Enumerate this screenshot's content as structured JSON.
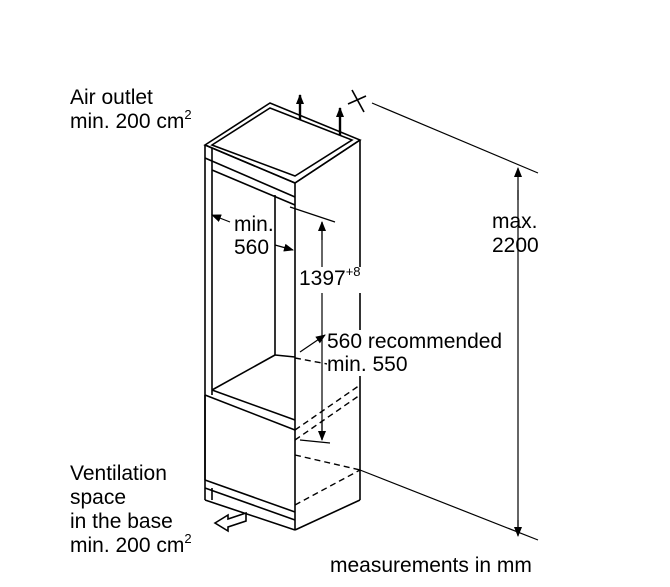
{
  "labels": {
    "air_outlet_line1": "Air outlet",
    "air_outlet_line2": "min. 200 cm",
    "air_outlet_sup": "2",
    "min_width_line1": "min.",
    "min_width_line2": "560",
    "niche_height": "1397",
    "niche_height_sup": "+8",
    "depth_line1": "560 recommended",
    "depth_line2": "min. 550",
    "max_height_line1": "max.",
    "max_height_line2": "2200",
    "vent_line1": "Ventilation",
    "vent_line2": "space",
    "vent_line3": "in the base",
    "vent_line4": "min. 200 cm",
    "vent_sup": "2",
    "units_note": "measurements in mm"
  }
}
